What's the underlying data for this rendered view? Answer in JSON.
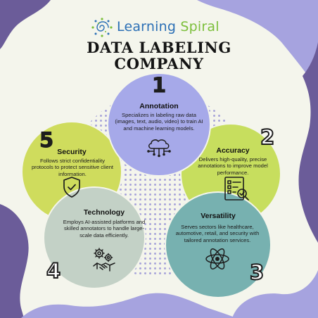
{
  "logo": {
    "word1": "Learning",
    "word2": "Spiral",
    "icon": "spiral-logo-icon"
  },
  "title": {
    "line1": "DATA LABELING",
    "line2": "COMPANY"
  },
  "colors": {
    "background": "#f4f5ec",
    "corner_purple": "#6b5c99",
    "corner_light_purple": "#a6a3df",
    "annotation": "#a6a9e9",
    "accuracy": "#c7de5e",
    "versatility": "#77b1b0",
    "technology": "#c3d1c6",
    "security": "#cfdc5d",
    "dots": "#a8a5da"
  },
  "items": [
    {
      "number": "1",
      "title": "Annotation",
      "description": "Specializes in labeling raw data (images, text, audio, video) to train AI and machine learning models.",
      "icon": "cloud-network-icon"
    },
    {
      "number": "2",
      "title": "Accuracy",
      "description": "Delivers high-quality, precise annotations to improve model performance.",
      "icon": "checklist-icon"
    },
    {
      "number": "3",
      "title": "Versatility",
      "description": "Serves sectors like healthcare, automotive, retail, and security with tailored annotation services.",
      "icon": "atom-icon"
    },
    {
      "number": "4",
      "title": "Technology",
      "description": "Employs AI-assisted platforms and skilled annotators to handle large-scale data efficiently.",
      "icon": "gears-handshake-icon"
    },
    {
      "number": "5",
      "title": "Security",
      "description": "Follows strict confidentiality protocols to protect sensitive client information.",
      "icon": "shield-check-icon"
    }
  ]
}
